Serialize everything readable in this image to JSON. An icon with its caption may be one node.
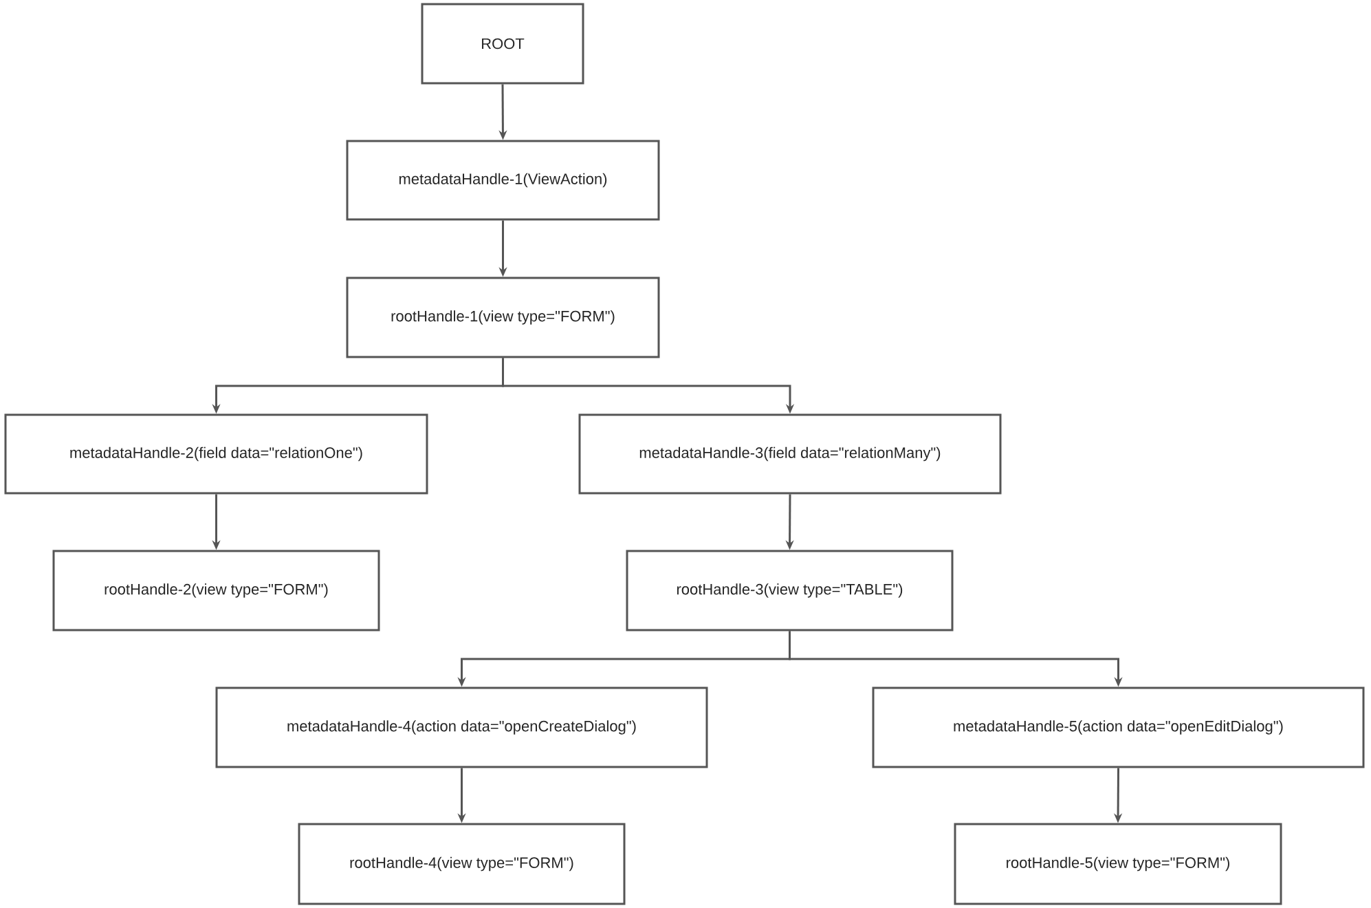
{
  "diagram": {
    "nodes": [
      {
        "text": [
          "ROOT"
        ]
      },
      {
        "text": [
          "metadataHandle-1(ViewAction)"
        ]
      },
      {
        "text": [
          "rootHandle-1(view type=\"FORM\")"
        ]
      },
      {
        "text": [
          "metadataHandle-2(field data=\"relationOne\")"
        ]
      },
      {
        "text": [
          "metadataHandle-3(field data=\"relationMany\")"
        ]
      },
      {
        "text": [
          "rootHandle-2(view type=\"FORM\")"
        ]
      },
      {
        "text": [
          "rootHandle-3(view type=\"TABLE\")"
        ]
      },
      {
        "text": [
          "metadataHandle-4(action data=\"openCreateDialog\")"
        ]
      },
      {
        "text": [
          "metadataHandle-5(action data=\"openEditDialog\")"
        ]
      },
      {
        "text": [
          "rootHandle-4(view type=\"FORM\")"
        ]
      },
      {
        "text": [
          "rootHandle-5(view type=\"FORM\")"
        ]
      }
    ],
    "edges": [
      {
        "from": 0,
        "to": 1,
        "arrow": "to"
      },
      {
        "from": 1,
        "to": 2,
        "arrow": "to"
      },
      {
        "from": 2,
        "to": 3,
        "arrow": "to"
      },
      {
        "from": 2,
        "to": 4,
        "arrow": "to"
      },
      {
        "from": 3,
        "to": 5,
        "arrow": "to"
      },
      {
        "from": 4,
        "to": 6,
        "arrow": "to"
      },
      {
        "from": 6,
        "to": 7,
        "arrow": "to"
      },
      {
        "from": 6,
        "to": 8,
        "arrow": "to"
      },
      {
        "from": 7,
        "to": 9,
        "arrow": "to"
      },
      {
        "from": 8,
        "to": 10,
        "arrow": "to"
      }
    ]
  }
}
